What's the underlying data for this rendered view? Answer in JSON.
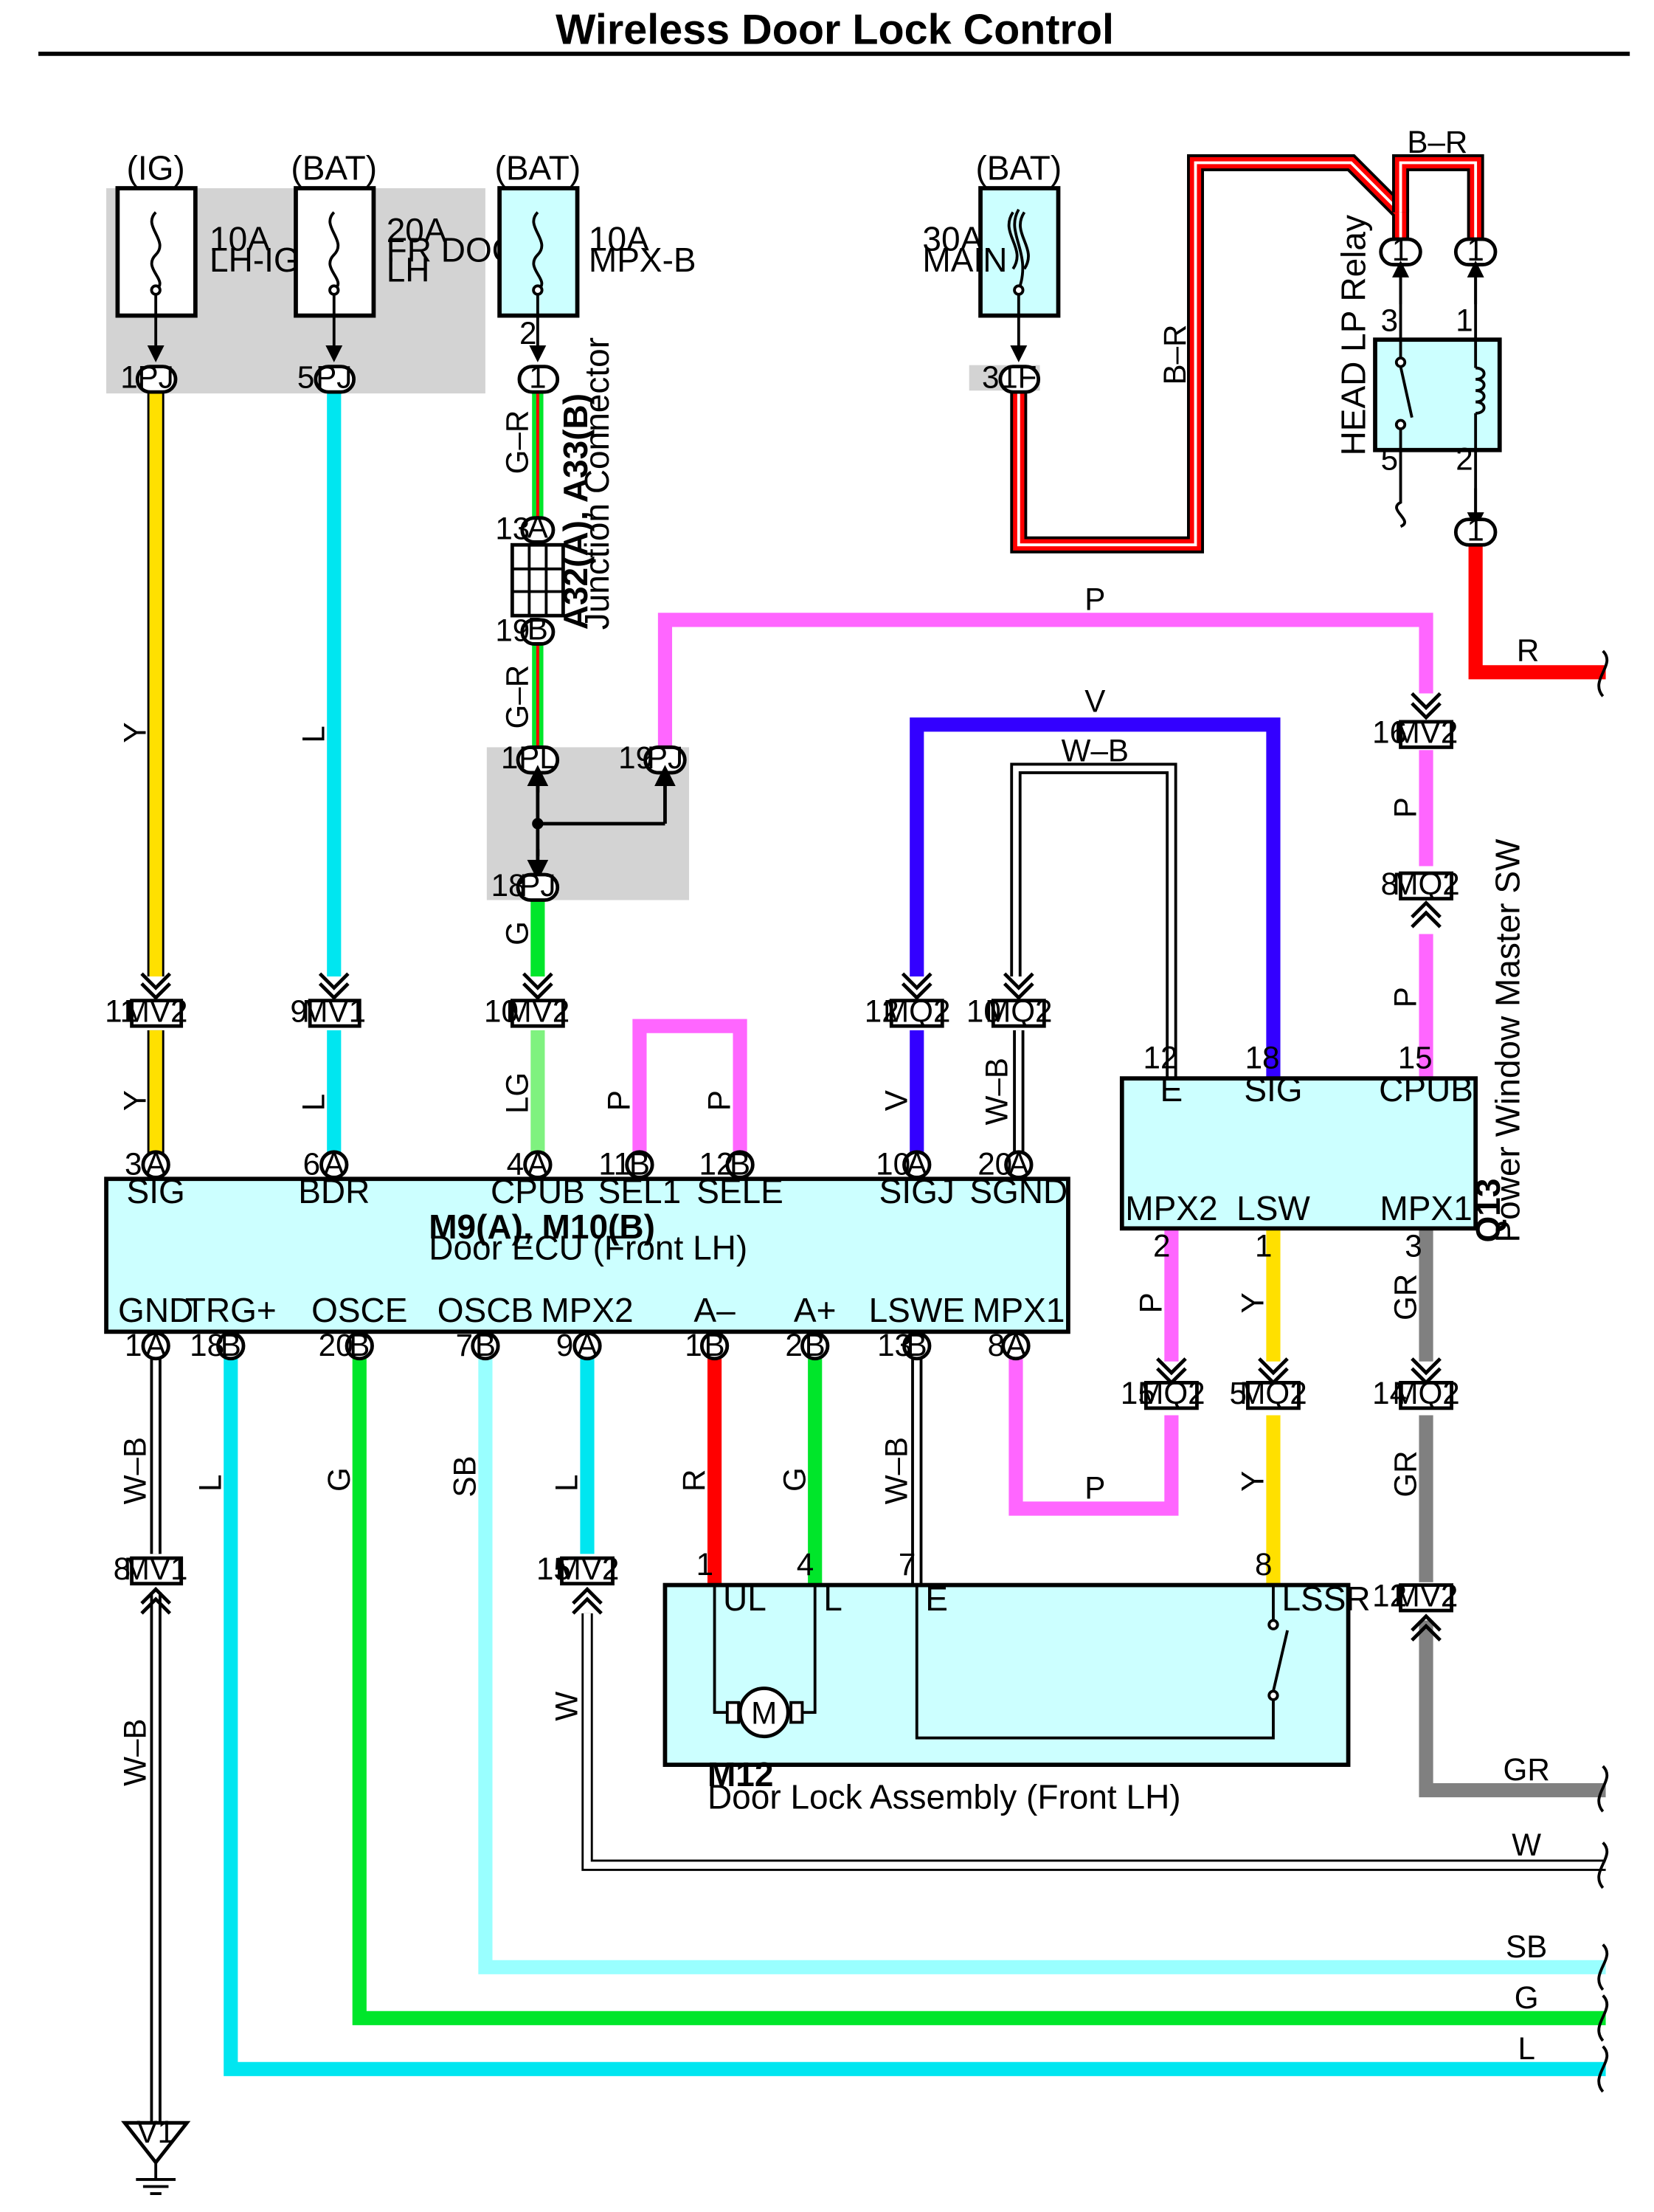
{
  "title": "Wireless Door Lock Control",
  "colors": {
    "Y": "#ffe000",
    "L": "#00e6f0",
    "G": "#00e62a",
    "LG": "#7ff27f",
    "P": "#ff66ff",
    "V": "#3300ff",
    "R": "#ff0000",
    "GR": "#808080",
    "SB": "#99ffff",
    "box": "#ccffff",
    "shade": "#d0d0d0"
  },
  "fuses": [
    {
      "source": "(IG)",
      "rating": "10A",
      "name": "LH-IG"
    },
    {
      "source": "(BAT)",
      "rating": "20A",
      "name": "FR DOOR",
      "name2": "LH"
    },
    {
      "source": "(BAT)",
      "rating": "10A",
      "name": "MPX-B"
    },
    {
      "source": "(BAT)",
      "rating": "30A",
      "name": "MAIN"
    }
  ],
  "relay": {
    "name": "HEAD LP Relay",
    "pins": [
      "3",
      "1",
      "5",
      "2"
    ],
    "top_label": "B–R"
  },
  "junction": {
    "name": "A32(A), A33(B)",
    "sub": "Junction Connector",
    "pin_a": "13",
    "pin_b": "19",
    "a": "A",
    "b": "B"
  },
  "connectors": {
    "PJ": "PJ",
    "PL": "PL",
    "MV1": "MV1",
    "MV2": "MV2",
    "MQ2": "MQ2",
    "F1": "1F",
    "one": "1"
  },
  "ecu": {
    "name": "M9(A), M10(B)",
    "sub": "Door ECU (Front LH)",
    "top_terms": [
      {
        "pin": "3",
        "conn": "A",
        "label": "SIG"
      },
      {
        "pin": "6",
        "conn": "A",
        "label": "BDR"
      },
      {
        "pin": "4",
        "conn": "A",
        "label": "CPUB"
      },
      {
        "pin": "11",
        "conn": "B",
        "label": "SEL1"
      },
      {
        "pin": "12",
        "conn": "B",
        "label": "SELE"
      },
      {
        "pin": "10",
        "conn": "A",
        "label": "SIGJ"
      },
      {
        "pin": "20",
        "conn": "A",
        "label": "SGND"
      }
    ],
    "bottom_terms": [
      {
        "pin": "1",
        "conn": "A",
        "label": "GND"
      },
      {
        "pin": "18",
        "conn": "B",
        "label": "TRG+"
      },
      {
        "pin": "20",
        "conn": "B",
        "label": "OSCE"
      },
      {
        "pin": "7",
        "conn": "B",
        "label": "OSCB"
      },
      {
        "pin": "9",
        "conn": "A",
        "label": "MPX2"
      },
      {
        "pin": "1",
        "conn": "B",
        "label": "A–"
      },
      {
        "pin": "2",
        "conn": "B",
        "label": "A+"
      },
      {
        "pin": "13",
        "conn": "B",
        "label": "LSWE"
      },
      {
        "pin": "8",
        "conn": "A",
        "label": "MPX1"
      }
    ]
  },
  "master_sw": {
    "id": "Q13",
    "name": "Power Window Master SW",
    "top_terms": [
      {
        "pin": "12",
        "label": "E"
      },
      {
        "pin": "18",
        "label": "SIG"
      },
      {
        "pin": "15",
        "label": "CPUB"
      }
    ],
    "bottom_terms": [
      {
        "pin": "2",
        "label": "MPX2"
      },
      {
        "pin": "1",
        "label": "LSW"
      },
      {
        "pin": "3",
        "label": "MPX1"
      }
    ]
  },
  "door_lock": {
    "id": "M12",
    "name": "Door Lock Assembly (Front LH)",
    "terms": [
      {
        "pin": "1",
        "label": "UL"
      },
      {
        "pin": "4",
        "label": "L"
      },
      {
        "pin": "7",
        "label": "E"
      },
      {
        "pin": "8",
        "label": "LSSR"
      }
    ],
    "motor": "M"
  },
  "ground": "V1",
  "pins": {
    "p1": "1",
    "p5": "5",
    "p2": "2",
    "p3": "3",
    "p13": "13",
    "p19": "19",
    "p18": "18",
    "p11": "11",
    "p9": "9",
    "p10": "10",
    "p12": "12",
    "p16": "16",
    "p8": "8",
    "p15": "15",
    "p14": "14",
    "p4": "4",
    "p7": "7",
    "p20": "20",
    "p6": "6"
  },
  "wire_labels": {
    "Y": "Y",
    "L": "L",
    "GR_": "G–R",
    "G": "G",
    "LG": "LG",
    "P": "P",
    "V": "V",
    "WB": "W–B",
    "BR": "B–R",
    "R": "R",
    "GR": "GR",
    "W": "W",
    "SB": "SB"
  }
}
